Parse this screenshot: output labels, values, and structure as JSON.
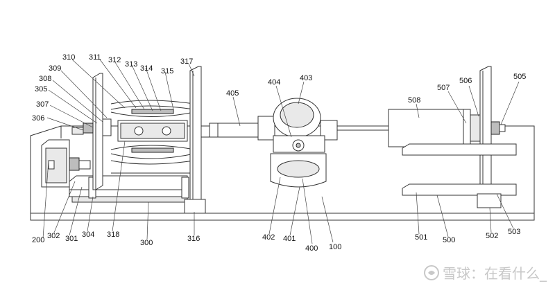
{
  "labels": {
    "l100": "100",
    "l200": "200",
    "l300": "300",
    "l301": "301",
    "l302": "302",
    "l304": "304",
    "l305": "305",
    "l306": "306",
    "l307": "307",
    "l308": "308",
    "l309": "309",
    "l310": "310",
    "l311": "311",
    "l312": "312",
    "l313": "313",
    "l314": "314",
    "l315": "315",
    "l316": "316",
    "l317": "317",
    "l318": "318",
    "l400": "400",
    "l401": "401",
    "l402": "402",
    "l403": "403",
    "l404": "404",
    "l405": "405",
    "l500": "500",
    "l501": "501",
    "l502": "502",
    "l503": "503",
    "l505": "505",
    "l506": "506",
    "l507": "507",
    "l508": "508"
  },
  "watermark": {
    "text": "雪球：在看什么_",
    "icon": "xueqiu-logo-icon"
  }
}
